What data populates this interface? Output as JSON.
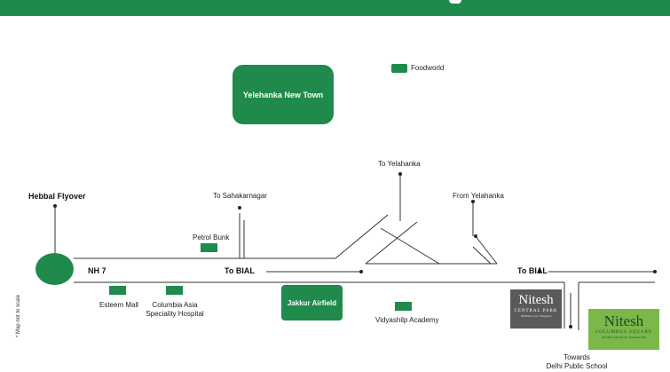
{
  "places": {
    "yelahanka_new_town": "Yelehanka New Town",
    "foodworld": "Foodworld",
    "to_yelahanka": "To Yelahanka",
    "hebbal_flyover": "Hebbal Flyover",
    "to_sahakarnagar": "To Sahakarnagar",
    "from_yelahanka": "From Yelahanka",
    "petrol_bunk": "Petrol Bunk",
    "nh7": "NH 7",
    "to_bial_1": "To BIAL",
    "to_bial_2": "To BIAL",
    "esteem_mall": "Esteem Mall",
    "columbia_asia_1": "Columbia Asia",
    "columbia_asia_2": "Speciality Hospital",
    "jakkur_airfield": "Jakkur Airfield",
    "vidyashilp": "Vidyashilp Academy",
    "towards_1": "Towards",
    "towards_2": "Delhi Public School"
  },
  "note": "* Map not to scale",
  "logos": {
    "central_park": {
      "name": "Nitesh",
      "sub": "CENTRAL PARK",
      "tag": "Off Bellary road · Bangalore"
    },
    "columbus_square": {
      "name": "Nitesh",
      "sub": "COLUMBUS SQUARE",
      "tag": "OFF BELLARY ROAD · BANGALORE"
    }
  },
  "colors": {
    "brand_green": "#1f8a4c",
    "road": "#333333",
    "logo_grey": "#5a5a5a",
    "logo_green": "#7ab84a"
  }
}
